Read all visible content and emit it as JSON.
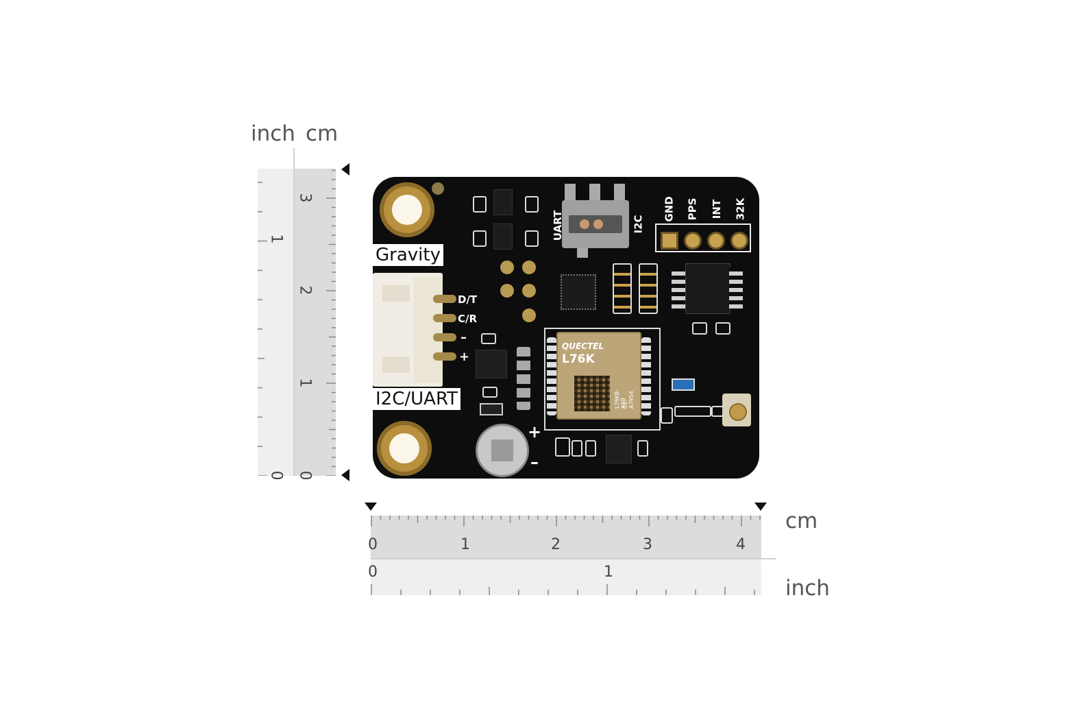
{
  "rulers": {
    "vertical": {
      "inch_label": "inch",
      "cm_label": "cm",
      "inch_ticks": [
        "0",
        "1"
      ],
      "cm_ticks": [
        "0",
        "1",
        "2",
        "3"
      ]
    },
    "horizontal": {
      "cm_label": "cm",
      "inch_label": "inch",
      "cm_ticks": [
        "0",
        "1",
        "2",
        "3",
        "4"
      ],
      "inch_ticks": [
        "0",
        "1"
      ]
    }
  },
  "board": {
    "gravity_label": "Gravity",
    "interface_label": "I2C/UART",
    "pins_left": [
      "D/T",
      "C/R",
      "–",
      "+"
    ],
    "switch_left": "UART",
    "switch_right": "I2C",
    "header_pins": [
      "GND",
      "PPS",
      "INT",
      "32K"
    ],
    "module_brand": "QUECTEL",
    "module_model": "L76K",
    "module_code1": "L76KB-A58",
    "module_code2": "01-A7954",
    "cap_plus": "+",
    "cap_minus": "–",
    "plus_mark": "+"
  },
  "colors": {
    "board": "#0d0d0d",
    "ruler_light": "#ececec",
    "ruler_dark": "#d9d9d9",
    "gold": "#c9a24a",
    "silkscreen": "#ffffff"
  }
}
